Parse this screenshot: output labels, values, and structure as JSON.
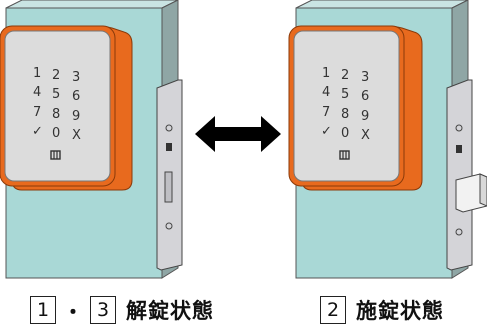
{
  "keypad": {
    "rows": [
      [
        "1",
        "2",
        "3"
      ],
      [
        "4",
        "5",
        "6"
      ],
      [
        "7",
        "8",
        "9"
      ],
      [
        "✓",
        "0",
        "X"
      ]
    ]
  },
  "captions": {
    "left": {
      "num1": "1",
      "sep": "・",
      "num2": "3",
      "label": "解錠状態"
    },
    "right": {
      "num1": "2",
      "label": "施錠状態"
    }
  },
  "colors": {
    "door": "#a9d8d6",
    "door_side": "#8fa6a5",
    "frame": "#d4d4d8",
    "keypad_border": "#e86a1e",
    "keypad_face": "#dcdcdc",
    "bolt": "#f2f2f2",
    "arrow": "#000000"
  },
  "icons": {
    "arrow": "double-arrow-icon"
  }
}
